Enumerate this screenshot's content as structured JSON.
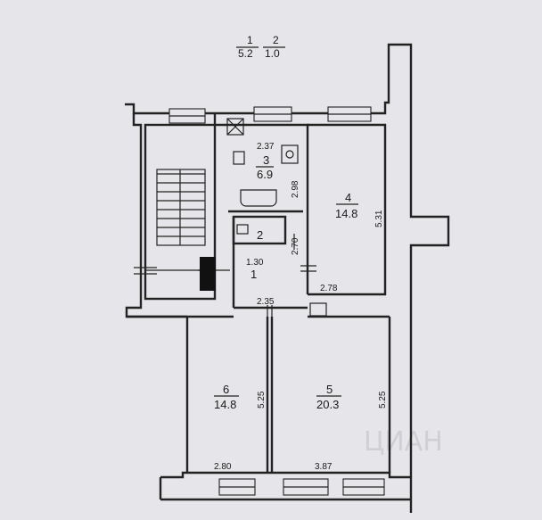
{
  "header": {
    "room1_number": "1",
    "room1_area": "5.2",
    "room2_number": "2",
    "room2_area": "1.0"
  },
  "rooms": [
    {
      "id": "room-1",
      "number": "1",
      "area": ""
    },
    {
      "id": "room-2",
      "number": "2",
      "area": ""
    },
    {
      "id": "room-3",
      "number": "3",
      "area": "6.9"
    },
    {
      "id": "room-4",
      "number": "4",
      "area": "14.8"
    },
    {
      "id": "room-5",
      "number": "5",
      "area": "20.3"
    },
    {
      "id": "room-6",
      "number": "6",
      "area": "14.8"
    }
  ],
  "dimensions": {
    "kitchen_width": "2.37",
    "kitchen_depth": "2.98",
    "room4_height": "5.31",
    "room4_width": "2.78",
    "bath_depth": "2.70",
    "hall_width": "1.30",
    "hall_length": "2.35",
    "room6_height": "5.25",
    "room5_height": "5.25",
    "room6_width": "2.80",
    "room5_width": "3.87"
  },
  "watermark": "ЦИАН",
  "colors": {
    "background": "#e6e6ea",
    "wall": "#222222"
  }
}
